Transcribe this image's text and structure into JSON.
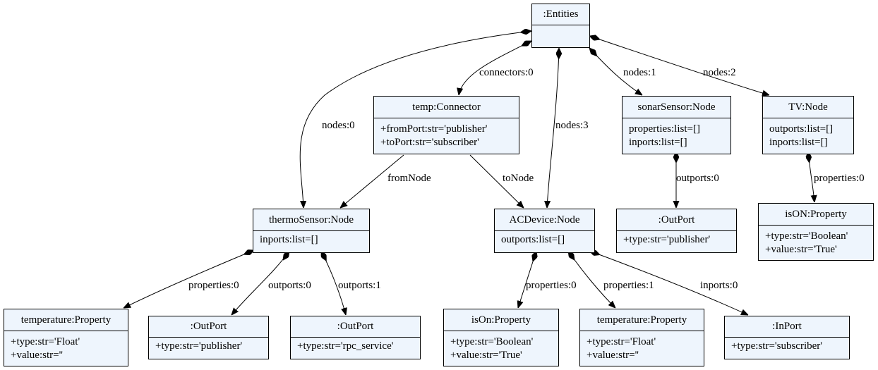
{
  "nodes": {
    "entities": {
      "title": ":Entities",
      "attrs": []
    },
    "temp": {
      "title": "temp:Connector",
      "attrs": [
        "+fromPort:str='publisher'",
        "+toPort:str='subscriber'"
      ]
    },
    "sonar": {
      "title": "sonarSensor:Node",
      "attrs": [
        "properties:list=[]",
        "inports:list=[]"
      ]
    },
    "tv": {
      "title": "TV:Node",
      "attrs": [
        "outports:list=[]",
        "inports:list=[]"
      ]
    },
    "thermo": {
      "title": "thermoSensor:Node",
      "attrs": [
        "inports:list=[]"
      ]
    },
    "ac": {
      "title": "ACDevice:Node",
      "attrs": [
        "outports:list=[]"
      ]
    },
    "sonarOut": {
      "title": ":OutPort",
      "attrs": [
        "+type:str='publisher'"
      ]
    },
    "tvProp": {
      "title": "isON:Property",
      "attrs": [
        "+type:str='Boolean'",
        "+value:str='True'"
      ]
    },
    "thermoTemp": {
      "title": "temperature:Property",
      "attrs": [
        "+type:str='Float'",
        "+value:str=''"
      ]
    },
    "thermoOut0": {
      "title": ":OutPort",
      "attrs": [
        "+type:str='publisher'"
      ]
    },
    "thermoOut1": {
      "title": ":OutPort",
      "attrs": [
        "+type:str='rpc_service'"
      ]
    },
    "acIsOn": {
      "title": "isOn:Property",
      "attrs": [
        "+type:str='Boolean'",
        "+value:str='True'"
      ]
    },
    "acTemp": {
      "title": "temperature:Property",
      "attrs": [
        "+type:str='Float'",
        "+value:str=''"
      ]
    },
    "acIn": {
      "title": ":InPort",
      "attrs": [
        "+type:str='subscriber'"
      ]
    }
  },
  "edges": {
    "connectors0": "connectors:0",
    "nodes0": "nodes:0",
    "nodes1": "nodes:1",
    "nodes2": "nodes:2",
    "nodes3": "nodes:3",
    "fromNode": "fromNode",
    "toNode": "toNode",
    "sonarOutports0": "outports:0",
    "tvProperties0": "properties:0",
    "thermoProperties0": "properties:0",
    "thermoOutports0": "outports:0",
    "thermoOutports1": "outports:1",
    "acProperties0": "properties:0",
    "acProperties1": "properties:1",
    "acInports0": "inports:0"
  }
}
